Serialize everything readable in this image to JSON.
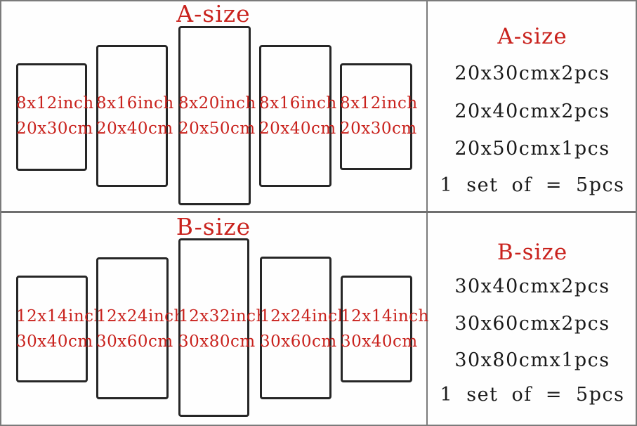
{
  "colors": {
    "accent_red": "#c9221d",
    "text_black": "#1a1a1a",
    "panel_border": "#262626",
    "divider_gray": "#7b7b7b",
    "background": "#fefefe"
  },
  "sections": {
    "a": {
      "title": "A-size",
      "panels": [
        {
          "inch": "8x12inch",
          "cm": "20x30cm"
        },
        {
          "inch": "8x16inch",
          "cm": "20x40cm"
        },
        {
          "inch": "8x20inch",
          "cm": "20x50cm"
        },
        {
          "inch": "8x16inch",
          "cm": "20x40cm"
        },
        {
          "inch": "8x12inch",
          "cm": "20x30cm"
        }
      ],
      "summary_title": "A-size",
      "summary_lines": [
        "20x30cmx2pcs",
        "20x40cmx2pcs",
        "20x50cmx1pcs",
        "1 set of = 5pcs"
      ]
    },
    "b": {
      "title": "B-size",
      "panels": [
        {
          "inch": "12x14inch",
          "cm": "30x40cm"
        },
        {
          "inch": "12x24inch",
          "cm": "30x60cm"
        },
        {
          "inch": "12x32inch",
          "cm": "30x80cm"
        },
        {
          "inch": "12x24inch",
          "cm": "30x60cm"
        },
        {
          "inch": "12x14inch",
          "cm": "30x40cm"
        }
      ],
      "summary_title": "B-size",
      "summary_lines": [
        "30x40cmx2pcs",
        "30x60cmx2pcs",
        "30x80cmx1pcs",
        "1 set of = 5pcs"
      ]
    }
  }
}
